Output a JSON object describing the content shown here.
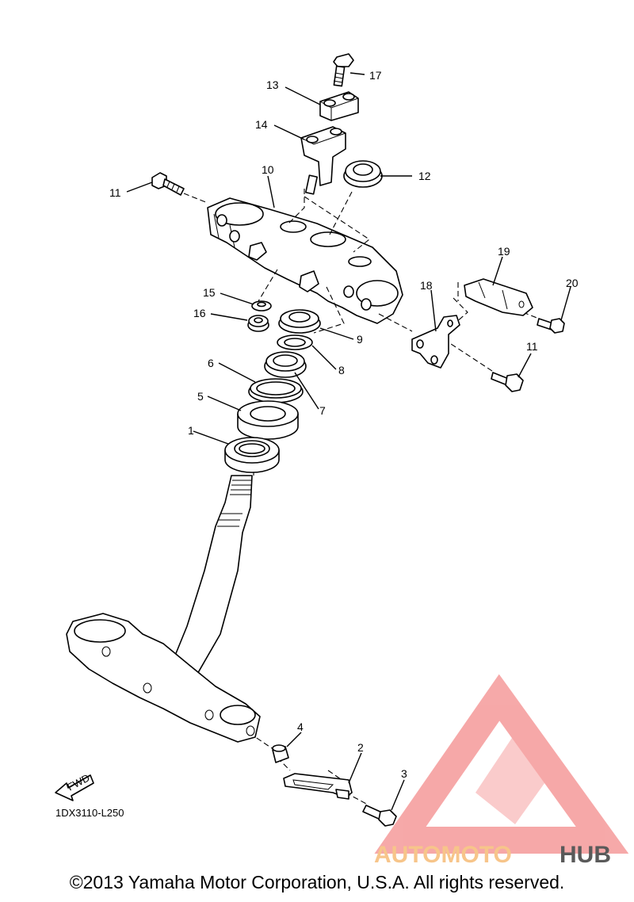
{
  "diagram": {
    "code": "1DX3110-L250",
    "fwd_label": "FWD",
    "labels": [
      {
        "n": "1"
      },
      {
        "n": "2"
      },
      {
        "n": "3"
      },
      {
        "n": "4"
      },
      {
        "n": "5"
      },
      {
        "n": "6"
      },
      {
        "n": "7"
      },
      {
        "n": "8"
      },
      {
        "n": "9"
      },
      {
        "n": "10"
      },
      {
        "n": "11"
      },
      {
        "n": "11"
      },
      {
        "n": "12"
      },
      {
        "n": "13"
      },
      {
        "n": "14"
      },
      {
        "n": "15"
      },
      {
        "n": "16"
      },
      {
        "n": "17"
      },
      {
        "n": "18"
      },
      {
        "n": "19"
      },
      {
        "n": "20"
      }
    ]
  },
  "watermark": {
    "brand_part1": "AUTOMOTO",
    "brand_part2": "HUB",
    "color_primary": "#f59a9a",
    "color_secondary": "#f7c58a",
    "color_dark": "#5a5a5a"
  },
  "footer": {
    "copyright": "©2013 Yamaha Motor Corporation, U.S.A. All rights reserved."
  }
}
